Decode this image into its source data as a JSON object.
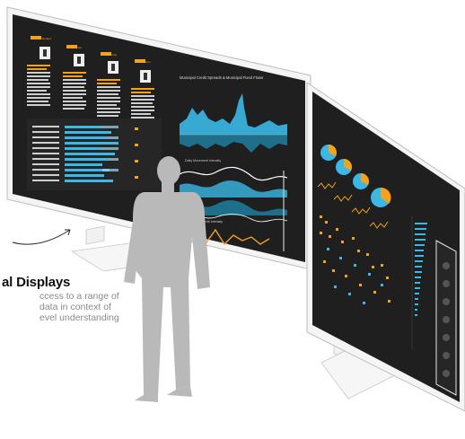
{
  "caption": {
    "title": "al Displays",
    "lines": [
      "ccess to a range of",
      "data in context of",
      "evel understanding"
    ]
  },
  "left_display": {
    "profiles": [
      {
        "name": "Michael Bedard"
      },
      {
        "name": "Scott Brown"
      },
      {
        "name": "Joseph Kelly"
      },
      {
        "name": "Brian Peters"
      }
    ],
    "chart_title": "Municipal Credit Spreads & Municipal Fixed Flows",
    "panel_labels": [
      "Daily Movement Intensity",
      "Credit Intensity"
    ]
  },
  "right_display": {},
  "colors": {
    "screen_bg": "#1f1f1f",
    "accent_blue": "#3bb8e6",
    "accent_orange": "#f2a21d",
    "frame": "#f4f4f4",
    "silhouette": "#b9b9b9"
  }
}
